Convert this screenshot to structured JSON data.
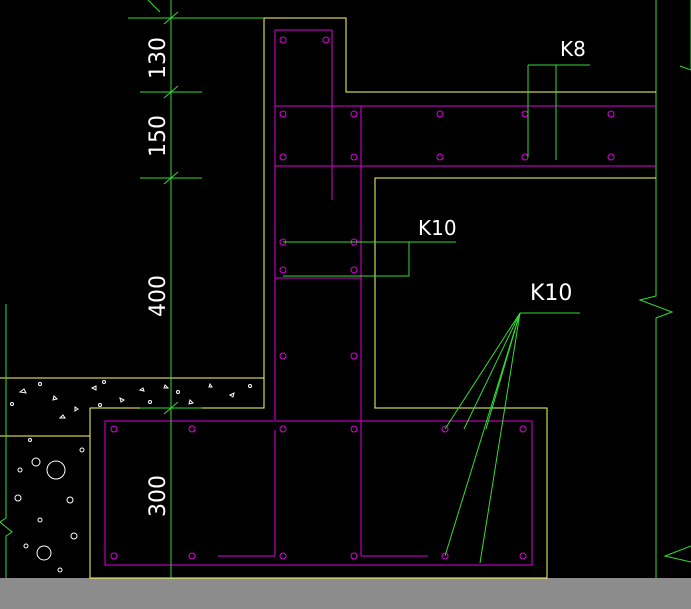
{
  "drawing": {
    "dimensions": [
      "130",
      "150",
      "400",
      "300"
    ],
    "rebar_labels": {
      "top_beam": "K8",
      "wall": "K10",
      "footing": "K10"
    },
    "colors": {
      "background": "#000000",
      "outline": "#ffff66",
      "rebar": "#e000e0",
      "dimension": "#33dd33",
      "leader": "#33dd33",
      "soil": "#ffffff",
      "ground": "#8c8c8c"
    }
  }
}
